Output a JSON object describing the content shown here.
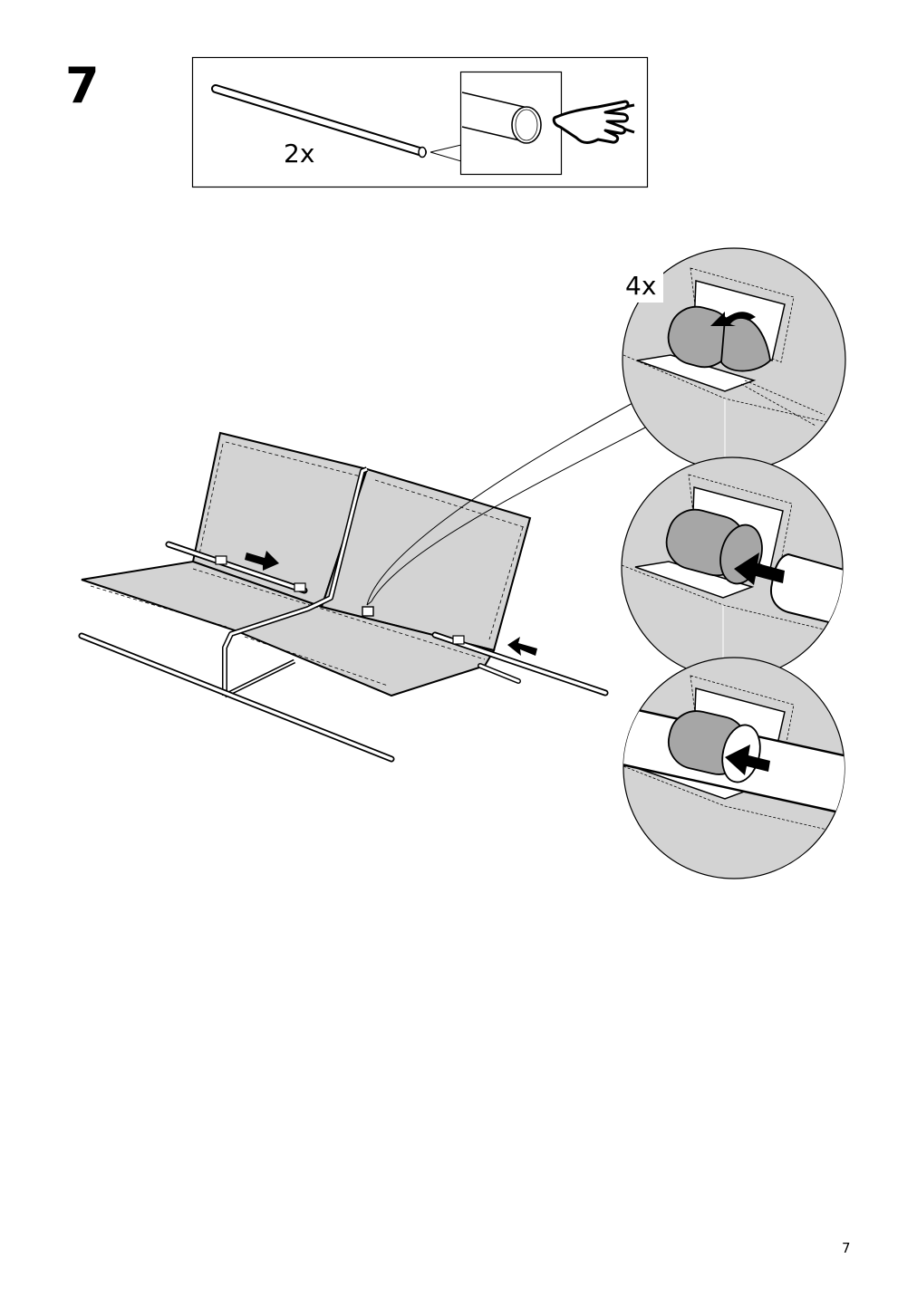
{
  "page": {
    "step_number": "7",
    "page_number": "7"
  },
  "parts_box": {
    "rod_quantity": "2x",
    "rod_icon": "metal-rod-icon",
    "detail_icon": "rod-end-detail-icon",
    "hand_icon": "pointing-hand-icon"
  },
  "detail_circles": {
    "quantity": "4x",
    "steps": [
      "fold-fabric-loop",
      "insert-rod",
      "rod-inserted"
    ]
  },
  "main_illustration": {
    "subject": "sofa-frame-fabric-assembly",
    "arrow_icons": [
      "push-right-arrow-icon",
      "push-left-arrow-icon"
    ]
  },
  "colors": {
    "fabric_gray": "#d3d3d3",
    "tube_gray": "#a6a6a6",
    "ink": "#000000"
  }
}
